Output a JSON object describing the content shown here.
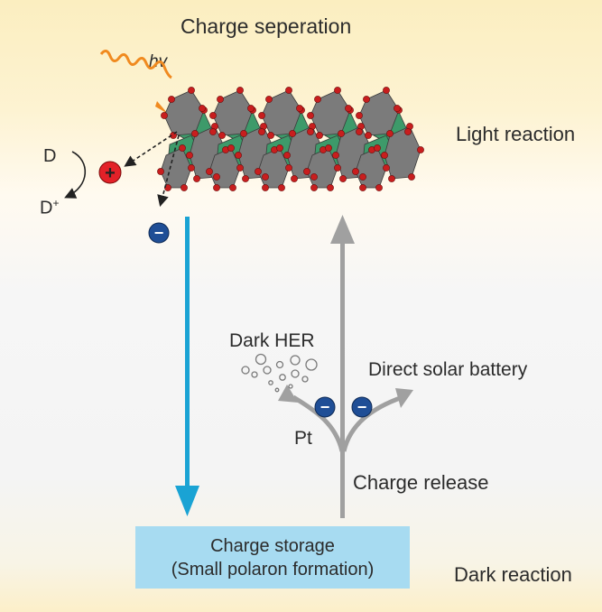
{
  "labels": {
    "title": "Charge seperation",
    "light_reaction": "Light reaction",
    "dark_reaction": "Dark reaction",
    "dark_her": "Dark HER",
    "direct_solar_battery": "Direct solar battery",
    "pt": "Pt",
    "charge_release": "Charge release",
    "hv": "hv",
    "donor": "D",
    "oxidized_donor": "D",
    "oxidized_donor_charge": "+"
  },
  "storage_box": {
    "line1": "Charge storage",
    "line2": "(Small polaron formation)"
  },
  "charges": {
    "hole_symbol": "+",
    "electron_symbol": "−"
  },
  "colors": {
    "hole": "#e32128",
    "electron": "#1f4e96",
    "storage_arrow": "#1aa3d4",
    "release_arrow": "#a0a0a0",
    "photon": "#f08a1f",
    "storage_box": "#a7dbf1",
    "octahedra_gray": "#7b7b7b",
    "octahedra_green": "#3d9a6a",
    "oxygen": "#c81e1e"
  }
}
